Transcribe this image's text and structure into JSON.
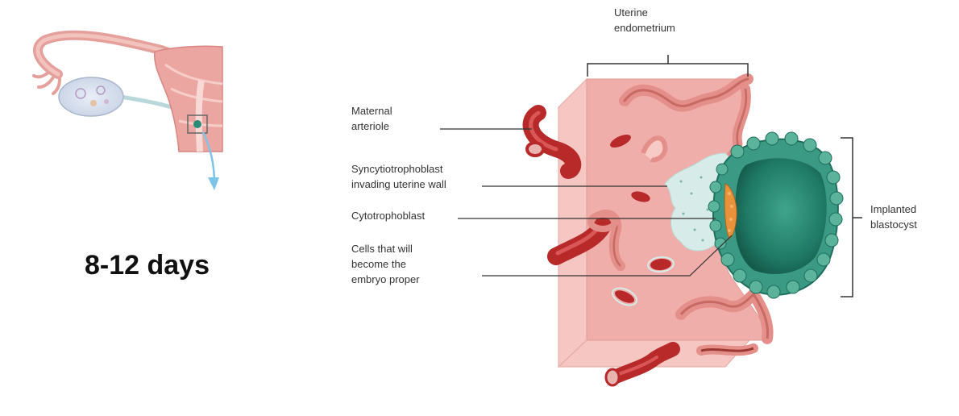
{
  "stage_text": "8-12 days",
  "labels": {
    "uterine_endometrium": "Uterine\nendometrium",
    "maternal_arteriole": "Maternal\narteriole",
    "syncytiotrophoblast": "Syncytiotrophoblast\ninvading uterine wall",
    "cytotrophoblast": "Cytotrophoblast",
    "embryo_cells": "Cells that will\nbecome the\nembryo proper",
    "implanted_blastocyst": "Implanted\nblastocyst"
  },
  "colors": {
    "tissue": "#f2b4b0",
    "tissue_side": "#f7cac6",
    "gland": "#e48f8a",
    "vessel": "#b82a2a",
    "syncytio": "#d7ece8",
    "blastocyst": "#2a8c78",
    "blastocyst_inner": "#1f6e5d",
    "cytotrophoblast": "#e8923c",
    "arrow": "#7ec3e8",
    "leader": "#333333"
  }
}
